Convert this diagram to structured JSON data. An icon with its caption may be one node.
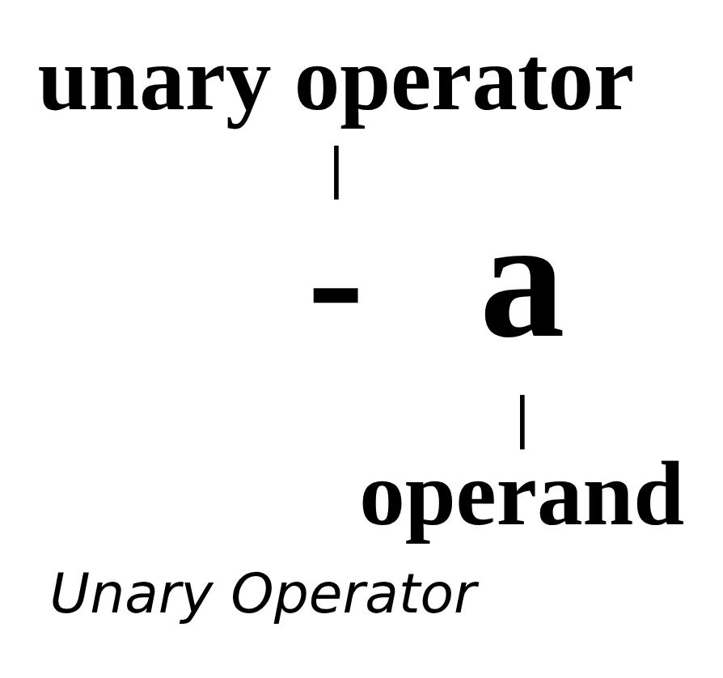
{
  "diagram": {
    "caption": "Unary Operator",
    "nodes": [
      {
        "text": [
          "unary operator"
        ]
      },
      {
        "text": [
          "-"
        ]
      },
      {
        "text": [
          "a"
        ]
      },
      {
        "text": [
          "operand"
        ]
      }
    ],
    "edges": [
      {
        "from": 0,
        "to": 1,
        "arrow": "none"
      },
      {
        "from": 3,
        "to": 2,
        "arrow": "none"
      }
    ]
  }
}
